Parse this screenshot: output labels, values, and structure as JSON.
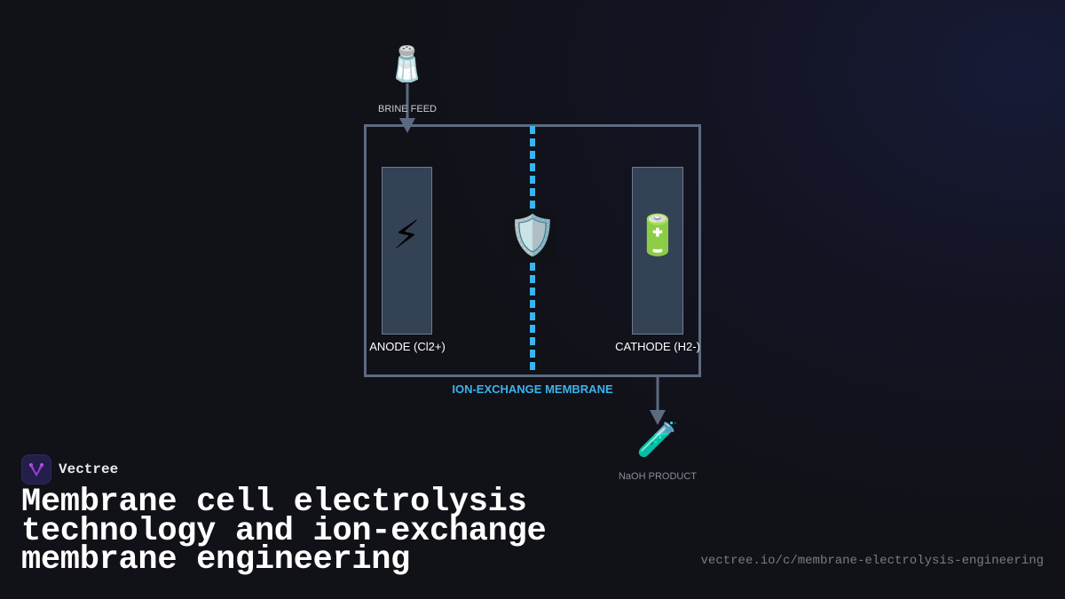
{
  "diagram": {
    "feed": {
      "icon": "🧂",
      "icon_name": "salt-shaker-icon",
      "label": "BRINE FEED"
    },
    "anode": {
      "icon": "⚡",
      "icon_name": "lightning-icon",
      "label": "ANODE (Cl2+)"
    },
    "membrane": {
      "icon": "🛡️",
      "icon_name": "shield-icon",
      "label": "ION-EXCHANGE MEMBRANE"
    },
    "cathode": {
      "icon": "🔋",
      "icon_name": "battery-icon",
      "label": "CATHODE (H2-)"
    },
    "product": {
      "icon": "🧪",
      "icon_name": "test-tube-icon",
      "label": "NaOH PRODUCT"
    },
    "colors": {
      "cell_border": "#5d6b80",
      "electrode_fill": "#344255",
      "electrode_border": "#6d7b90",
      "membrane": "#3ab4ee",
      "arrow": "#5d6b80"
    }
  },
  "brand": {
    "name": "Vectree",
    "logo_color": "#9a3fd0"
  },
  "title": "Membrane cell electrolysis technology and ion-exchange membrane engineering",
  "url": "vectree.io/c/membrane-electrolysis-engineering"
}
